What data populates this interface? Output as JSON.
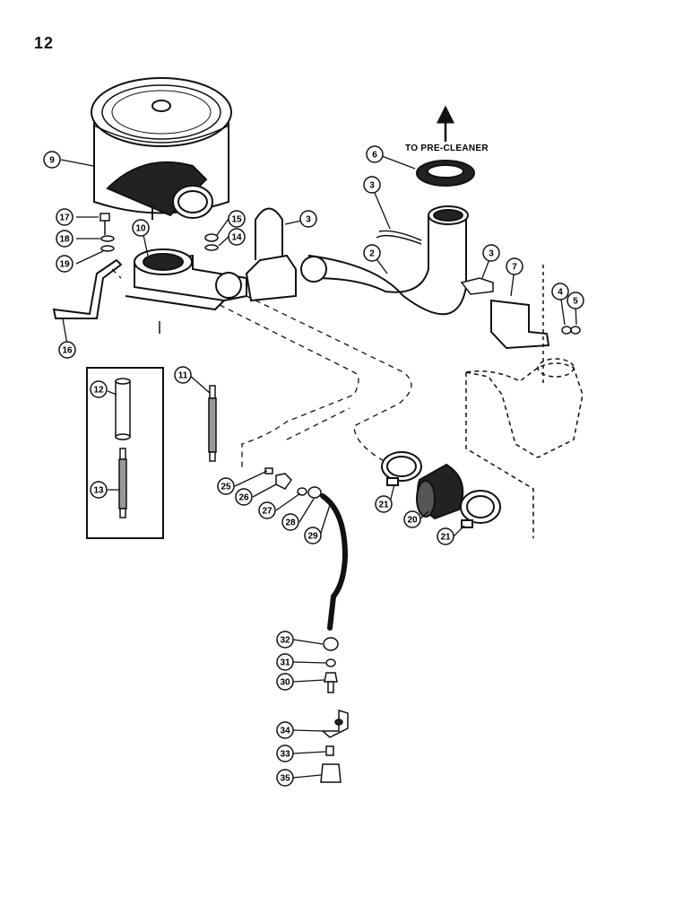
{
  "page": {
    "number": "12"
  },
  "annotation": {
    "to_pre_cleaner": "TO PRE-CLEANER"
  },
  "callouts": [
    {
      "id": "9",
      "label": "9"
    },
    {
      "id": "10",
      "label": "10"
    },
    {
      "id": "17",
      "label": "17"
    },
    {
      "id": "18",
      "label": "18"
    },
    {
      "id": "19",
      "label": "19"
    },
    {
      "id": "16",
      "label": "16"
    },
    {
      "id": "15",
      "label": "15"
    },
    {
      "id": "14",
      "label": "14"
    },
    {
      "id": "3a",
      "label": "3"
    },
    {
      "id": "3b",
      "label": "3"
    },
    {
      "id": "3c",
      "label": "3"
    },
    {
      "id": "6",
      "label": "6"
    },
    {
      "id": "2",
      "label": "2"
    },
    {
      "id": "7",
      "label": "7"
    },
    {
      "id": "4",
      "label": "4"
    },
    {
      "id": "5",
      "label": "5"
    },
    {
      "id": "12",
      "label": "12"
    },
    {
      "id": "13",
      "label": "13"
    },
    {
      "id": "11",
      "label": "11"
    },
    {
      "id": "25",
      "label": "25"
    },
    {
      "id": "26",
      "label": "26"
    },
    {
      "id": "27",
      "label": "27"
    },
    {
      "id": "28",
      "label": "28"
    },
    {
      "id": "29",
      "label": "29"
    },
    {
      "id": "21a",
      "label": "21"
    },
    {
      "id": "20",
      "label": "20"
    },
    {
      "id": "21b",
      "label": "21"
    },
    {
      "id": "32",
      "label": "32"
    },
    {
      "id": "31",
      "label": "31"
    },
    {
      "id": "30",
      "label": "30"
    },
    {
      "id": "34",
      "label": "34"
    },
    {
      "id": "33",
      "label": "33"
    },
    {
      "id": "35",
      "label": "35"
    }
  ]
}
